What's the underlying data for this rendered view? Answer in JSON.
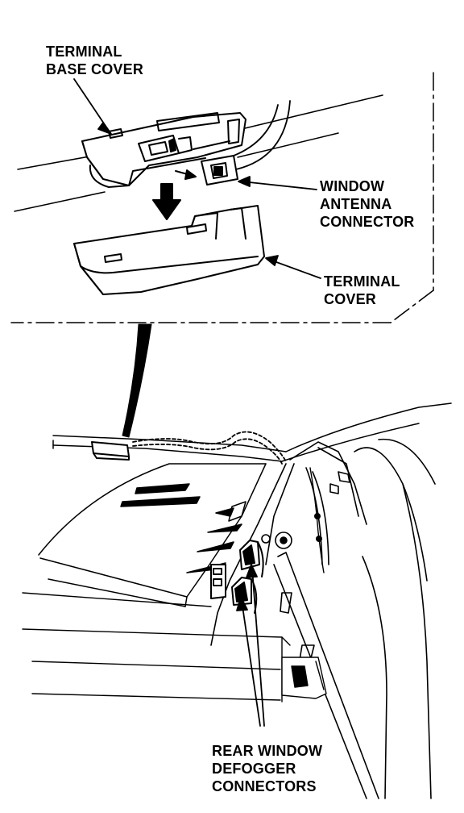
{
  "labels": {
    "terminal_base_cover": [
      "TERMINAL",
      "BASE COVER"
    ],
    "window_antenna_connector": [
      "WINDOW",
      "ANTENNA",
      "CONNECTOR"
    ],
    "terminal_cover": [
      "TERMINAL",
      "COVER"
    ],
    "rear_window_defogger_connectors": [
      "REAR WINDOW",
      "DEFOGGER",
      "CONNECTORS"
    ]
  },
  "colors": {
    "ink": "#000000",
    "paper": "#ffffff"
  }
}
